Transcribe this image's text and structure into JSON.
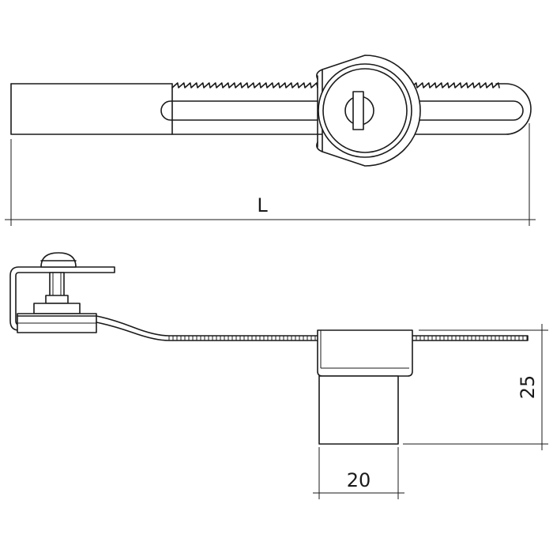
{
  "drawing": {
    "dimensions": {
      "length_label": "L",
      "height_label": "25",
      "width_label": "20"
    },
    "colors": {
      "line": "#1a1a1a",
      "background": "#ffffff"
    }
  }
}
